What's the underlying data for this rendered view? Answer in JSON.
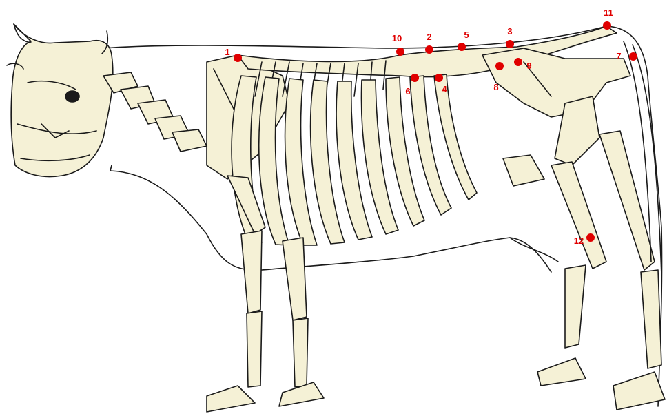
{
  "diagram": {
    "bone_fill": "#f5f1d6",
    "outline_color": "#1a1a1a",
    "marker_color": "#e00000",
    "markers": [
      {
        "id": "1",
        "label": "1"
      },
      {
        "id": "2",
        "label": "2"
      },
      {
        "id": "3",
        "label": "3"
      },
      {
        "id": "4",
        "label": "4"
      },
      {
        "id": "5",
        "label": "5"
      },
      {
        "id": "6",
        "label": "6"
      },
      {
        "id": "7",
        "label": "7"
      },
      {
        "id": "8",
        "label": "8"
      },
      {
        "id": "9",
        "label": "9"
      },
      {
        "id": "10",
        "label": "10"
      },
      {
        "id": "11",
        "label": "11"
      },
      {
        "id": "12",
        "label": "12"
      }
    ]
  }
}
